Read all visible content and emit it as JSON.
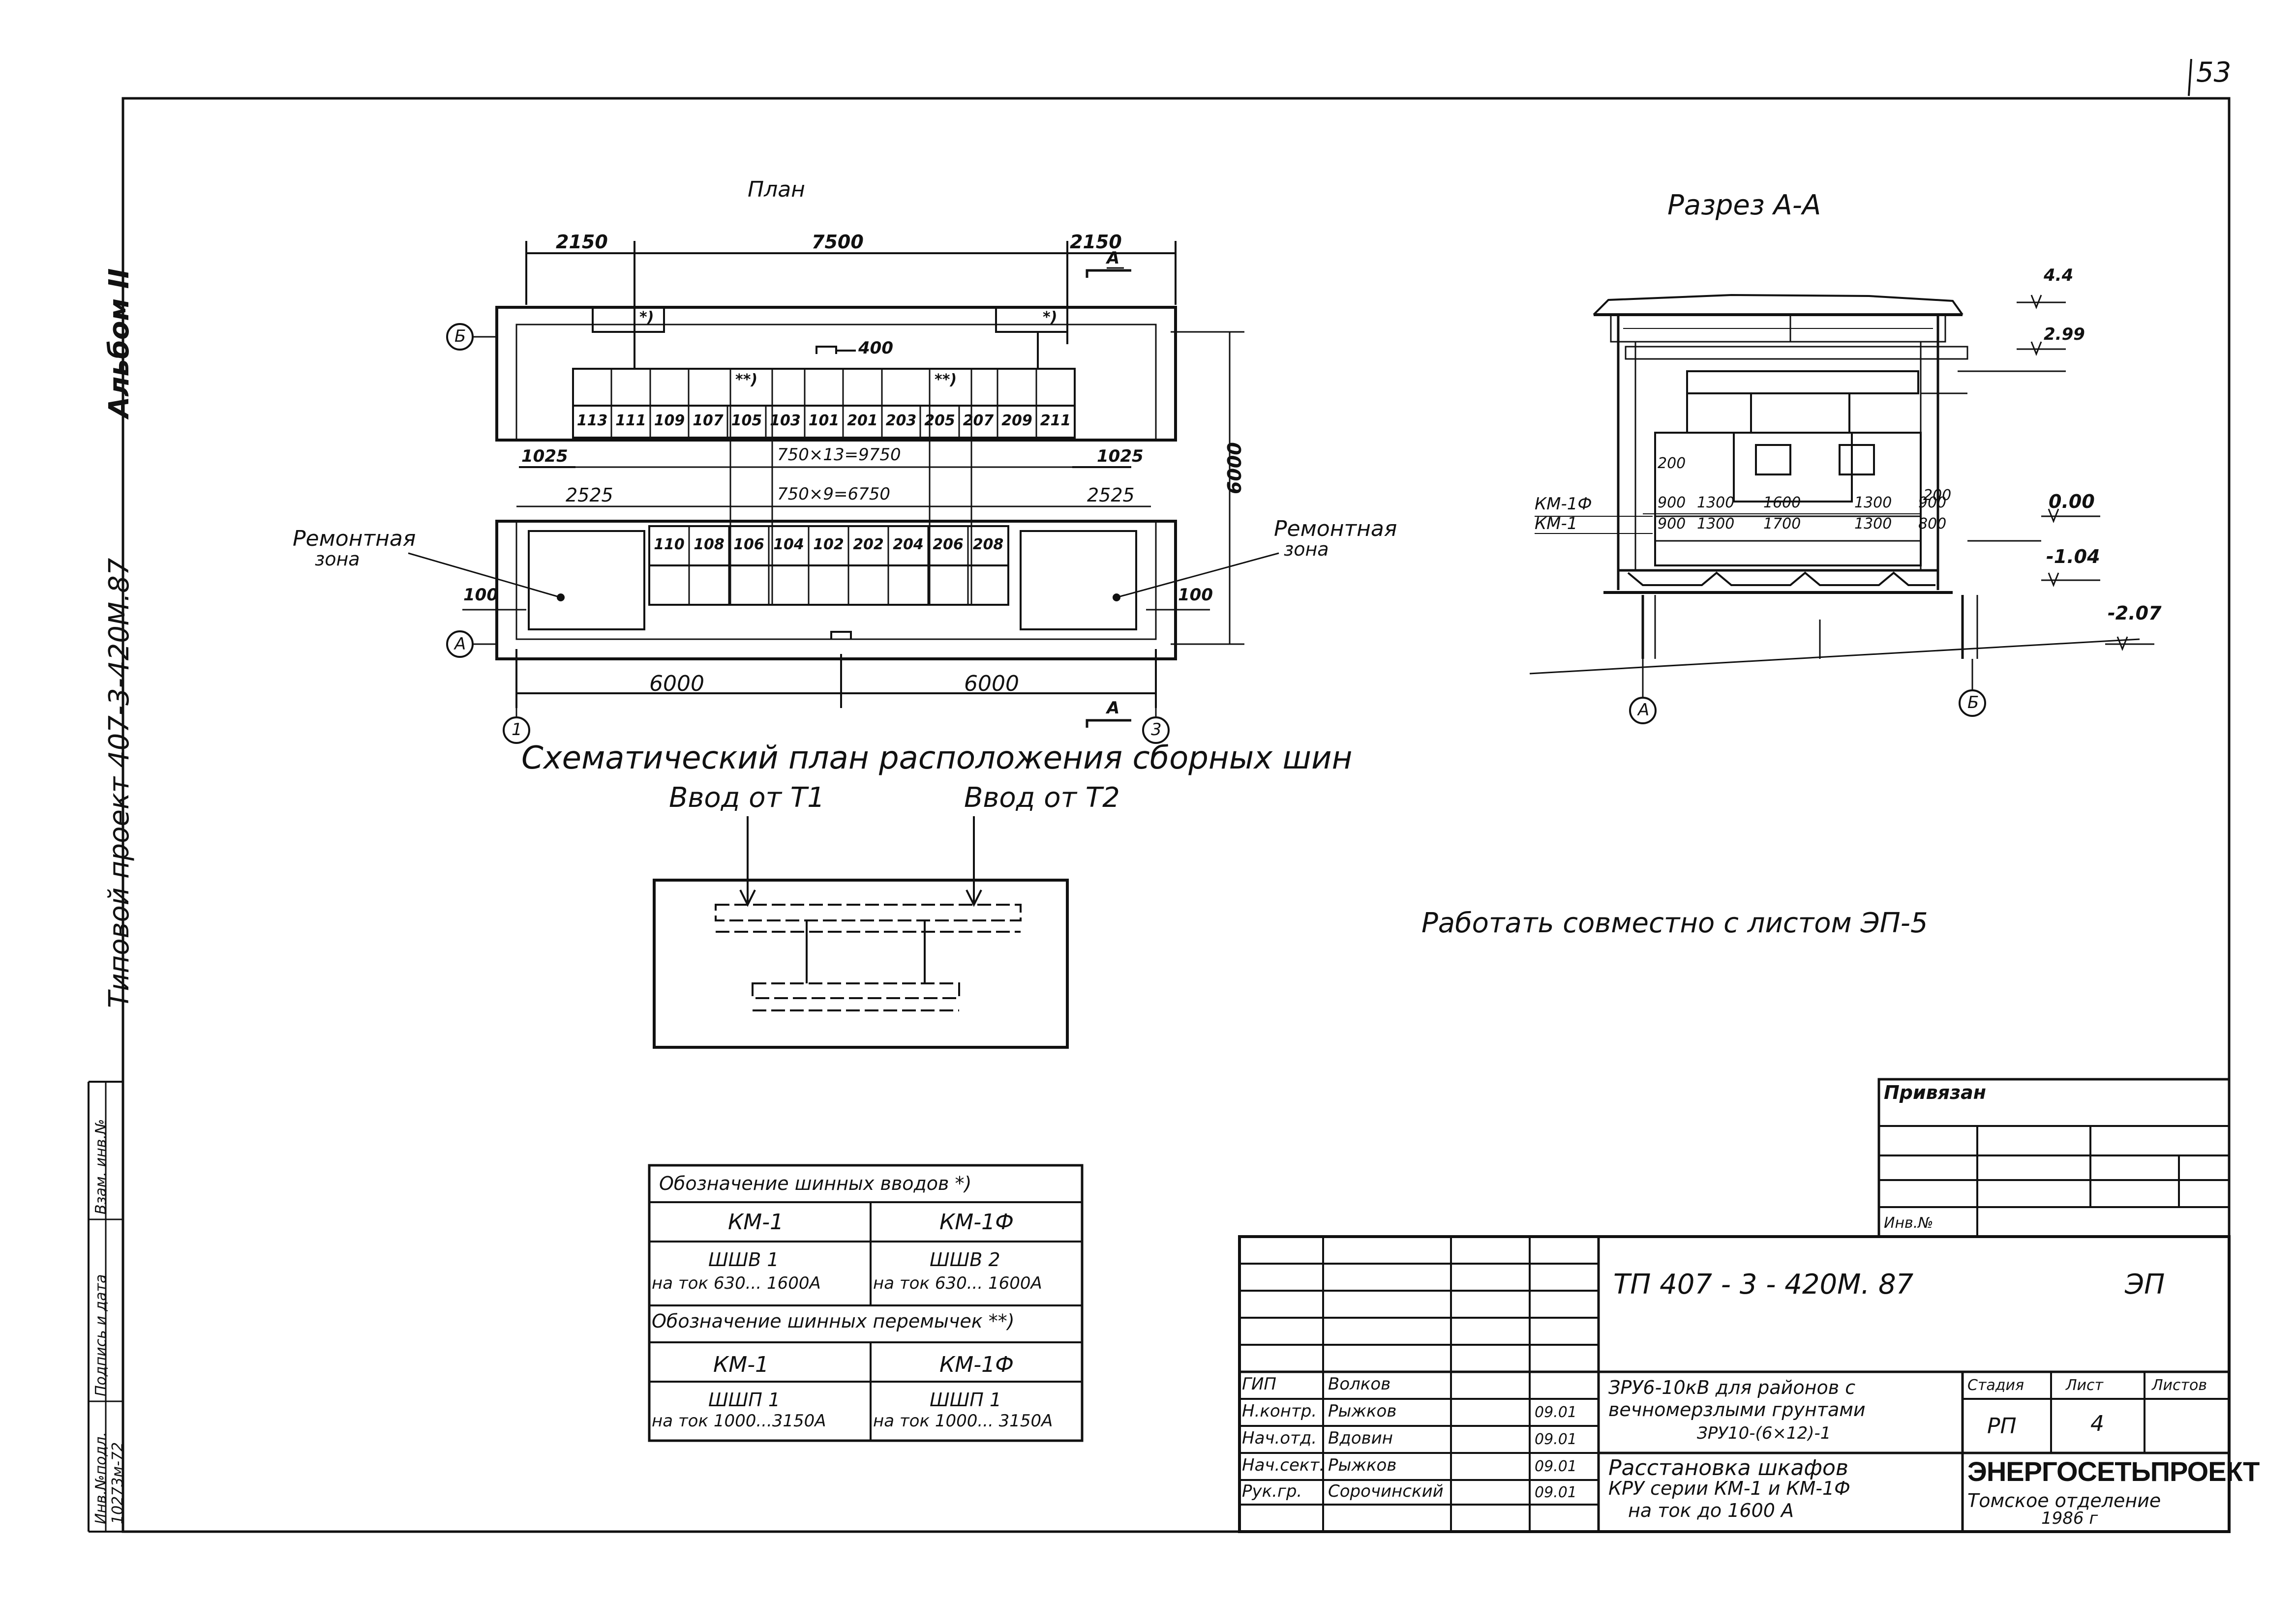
{
  "sheet_number": "53",
  "album": "Альбом II",
  "project_side": "Типовой проект 407-3-420М.87",
  "side_stamp": {
    "inv_label": "Инв.№подл.",
    "inv_value": "10273м-72",
    "sign_label": "Подпись и дата",
    "replace_label": "Взам. инв.№"
  },
  "plan": {
    "title": "План",
    "dim_top": [
      "2150",
      "7500",
      "2150"
    ],
    "dim_400": "400",
    "dim_1025_left": "1025",
    "dim_1025_right": "1025",
    "dim_2525_left": "2525",
    "dim_2525_right": "2525",
    "dim_total_cells": "750×13=9750",
    "dim_lower_cells": "750×9=6750",
    "dim_6000_vertical": "6000",
    "dim_100_left": "100",
    "dim_100_right": "100",
    "dim_bottom": [
      "6000",
      "6000"
    ],
    "repair_zone_line1": "Ремонтная",
    "repair_zone_line2": "зона",
    "axis_B": "Б",
    "axis_A": "А",
    "axis_1": "1",
    "axis_3": "3",
    "section_mark": "А",
    "mark_star": "*)",
    "mark_dstar": "**)",
    "top_cells": [
      "113",
      "111",
      "109",
      "107",
      "105",
      "103",
      "101",
      "201",
      "203",
      "205",
      "207",
      "209",
      "211"
    ],
    "bottom_cells": [
      "110",
      "108",
      "106",
      "104",
      "102",
      "202",
      "204",
      "206",
      "208"
    ]
  },
  "section": {
    "title": "Разрез А-А",
    "levels": [
      "4.4",
      "2.99",
      "0.00",
      "-1.04",
      "-2.07"
    ],
    "km1f_label": "КМ-1Ф",
    "km1_label": "КМ-1",
    "dim_200_a": "200",
    "dim_200_b": "200",
    "row_km1f": [
      "900",
      "1300",
      "1600",
      "1300",
      "900"
    ],
    "row_km1": [
      "900",
      "1300",
      "1700",
      "1300",
      "800"
    ],
    "axis_A": "А",
    "axis_B": "Б"
  },
  "schematic": {
    "title": "Схематический план расположения сборных шин",
    "input1": "Ввод от Т1",
    "input2": "Ввод от Т2"
  },
  "note": "Работать совместно с листом ЭП-5",
  "designations_table": {
    "title": "Обозначение шинных вводов *)",
    "col1": "КМ-1",
    "col2": "КМ-1Ф",
    "r1c1_code": "ШШВ 1",
    "r1c1_desc": "на ток 630... 1600А",
    "r1c2_code": "ШШВ 2",
    "r1c2_desc": "на ток 630... 1600А",
    "subtitle": "Обозначение шинных перемычек **)",
    "r2c1": "КМ-1",
    "r2c2": "КМ-1Ф",
    "r3c1_code": "ШШП 1",
    "r3c1_desc": "на ток 1000...3150А",
    "r3c2_code": "ШШП 1",
    "r3c2_desc": "на ток 1000... 3150А"
  },
  "title_block": {
    "privyazan": "Привязан",
    "inv_no": "Инв.№",
    "code": "ТП   407 - 3 - 420М. 87",
    "section_code": "ЭП",
    "roles": [
      {
        "role": "ГИП",
        "name": "Волков",
        "date": ""
      },
      {
        "role": "Н.контр.",
        "name": "Рыжков",
        "date": "09.01"
      },
      {
        "role": "Нач.отд.",
        "name": "Вдовин",
        "date": "09.01"
      },
      {
        "role": "Нач.сект.",
        "name": "Рыжков",
        "date": "09.01"
      },
      {
        "role": "Рук.гр.",
        "name": "Сорочинский",
        "date": "09.01"
      }
    ],
    "object_line1": "ЗРУ6-10кВ для районов с",
    "object_line2": "вечномерзлыми грунтами",
    "object_line3": "ЗРУ10-(6×12)-1",
    "sheet_title_line1": "Расстановка шкафов",
    "sheet_title_line2": "КРУ серии КМ-1 и КМ-1Ф",
    "sheet_title_line3": "на ток до 1600 А",
    "stage_label": "Стадия",
    "sheet_label": "Лист",
    "sheets_label": "Листов",
    "stage_value": "РП",
    "sheet_value": "4",
    "organization": "ЭНЕРГОСЕТЬПРОЕКТ",
    "branch_line1": "Томское  отделение",
    "branch_line2": "1986 г"
  }
}
